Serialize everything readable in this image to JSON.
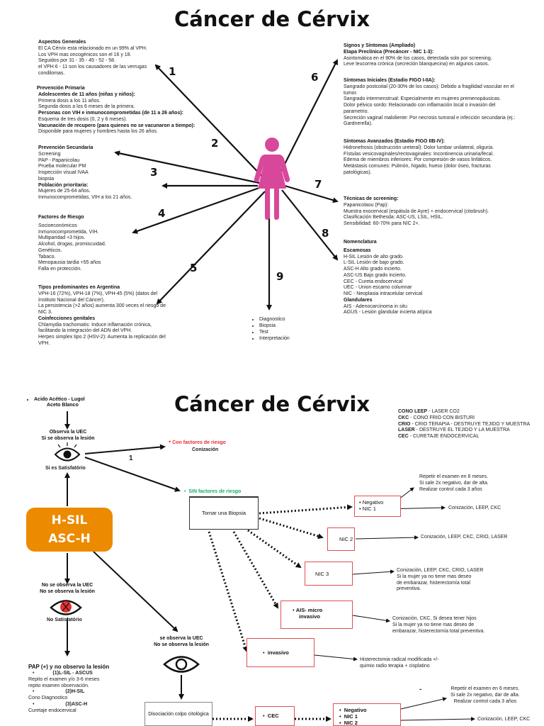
{
  "page1": {
    "title": "Cáncer de Cérvix",
    "numbers": [
      "1",
      "2",
      "3",
      "4",
      "5",
      "6",
      "7",
      "8",
      "9"
    ],
    "aspectos": {
      "heading": "Aspectos Generales",
      "lines": [
        "El CA Cérvix esta relacionado en un 99% al VPH.",
        "Los VPH mas oncogénicos son  el 16 y 18.",
        "Seguidos por 31 - 35 - 45 - 52 - 58.",
        "el VPH 6 - 11 son los causadores de las verrugas",
        "  condilomas."
      ]
    },
    "prev_primaria": {
      "heading": "Prevención  Primaria",
      "items": [
        {
          "h": "Adolescentes de 11 años (niñas y niños):",
          "lines": [
            "Primera dosis a los 11 años.",
            "Segunda dosis a los 6 meses de la primera."
          ]
        },
        {
          "h": "Personas con VIH e inmunocomprometidas (de 11 a 26 años):",
          "lines": [
            "Esquema de tres dosis (0, 2 y 6 meses)."
          ]
        },
        {
          "h": "Vacunación de recupero (para quienes no se vacunaron a tiempo):",
          "lines": [
            "Disponible para mujeres y hombres hasta los 26 años."
          ]
        }
      ]
    },
    "prev_secundaria": {
      "heading": "Prevención  Secundaria",
      "lines": [
        "Screening",
        "PAP - Papanicolau",
        "Prueba molecular PM",
        "Inspección visual IVAA",
        "biopsia"
      ],
      "sub_heading": "Población prioritaria:",
      "sub_lines": [
        "Mujeres de 25-64 años.",
        "Inmunocomprometidas, VIH a los 21 años."
      ]
    },
    "factores": {
      "heading": "Factores de Riesgo",
      "lines": [
        "Socioeconómicos",
        "Inmunocomprometida, VIH.",
        "Multiparidad +3 hijos.",
        "Alcohol, drogas, promiscuidad.",
        "Genéticos.",
        "Tabaco.",
        "Menopausia tardia +55 años",
        "Falla en protección."
      ]
    },
    "tipos": {
      "heading": "Tipos predominantes en Argentina",
      "lines": [
        "VPH-16 (72%), VPH-18 (7%), VPH-45 (5%) (datos del",
        "Instituto Nacional del Cáncer).",
        "La persistencia (>2 años) aumenta 300 veces el riesgo de",
        "NIC 3."
      ],
      "sub_heading": "Coinfecciones genitales",
      "sub_lines": [
        "Chlamydia trachomatis: Induce inflamación crónica,",
        "facilitando la integración del ADN del VPH.",
        "Herpes simplex tipo 2 (HSV-2): Aumenta la replicación del",
        "VPH."
      ]
    },
    "signos": {
      "heading": "Signos y Síntomas (Ampliado)",
      "sub_heading": "Etapa Preclínica (Precáncer - NIC 1-3):",
      "lines": [
        "Asintomática en el 90% de los casos, detectada solo por screening.",
        "Leve leucorrea crónica (secreción blanquecina) en algunos casos."
      ]
    },
    "iniciales": {
      "heading": "Síntomas Iniciales (Estadio FIGO I-IIA):",
      "lines": [
        "Sangrado postcoital (20-30% de los casos): Debido a fragilidad vascular en el",
        "tumor.",
        "Sangrado intermenstrual: Especialmente en mujeres premenopáusicas.",
        "Dolor pélvico sordo: Relacionado con inflamación local o invasión del",
        "parametrio.",
        "Secreción vaginal maloliente: Por necrosis tumoral e infección secundaria (ej.:",
        "Gardnerella)."
      ]
    },
    "avanzados": {
      "heading": "Síntomas Avanzados (Estadio FIGO IIB-IV):",
      "lines": [
        "Hidronefrosis (obstrucción ureteral): Dolor lumbar unilateral, oliguria.",
        "Fístulas vesicovaginales/rectovaginales: Incontinencia urinaria/fecal.",
        "Edema de miembros inferiores: Por compresión de vasos linfáticos.",
        "Metástasis comunes: Pulmón, hígado, hueso (dolor óseo, fracturas",
        "patológicas)."
      ]
    },
    "tecnicas": {
      "heading": "Técnicas de screening:",
      "lines": [
        "Papanicolaou (Pap):",
        "Muestra exocervical (espátula de Ayre) + endocervical (citobrush).",
        "Clasificación Bethesda: ASC-US, LSIL, HSIL.",
        "Sensibilidad: 60-70% para NIC 2+."
      ]
    },
    "nomenclatura": {
      "heading": "Nomenclatura",
      "escamosas": "Escamosas",
      "esc_lines": [
        "H-SIL  Lesión de alto grado.",
        "L-SIL   Lesión de bajo grado.",
        "ASC-H  Alto grado incierto.",
        "ASC-US Bajo grado incierto.",
        "CEC - Cureta endocervical",
        "UEC - Union escamo columnar",
        "NIC - Neoplasia intracelular cervical"
      ],
      "glandulares": "Glandulares",
      "gla_lines": [
        "AIS - Adenocarcinoma in situ",
        "AGUS - Lesión  glandular incierta atípica"
      ]
    },
    "bullets9": [
      "Diagnostico",
      "Biopsia",
      "Test",
      "Interpretación"
    ]
  },
  "page2": {
    "title": "Cáncer de Cérvix",
    "acido": [
      "Acido Acético - Lugol",
      "Aceto Blanco"
    ],
    "observa": [
      "Observa la UEC",
      "Si se observa la lesión"
    ],
    "satisf": "Si es Satisfatório",
    "con_factores": "Con factores de riesgo",
    "conizacion": "Conización",
    "num1": "1",
    "sin_factores": "SIN factores de riesgo",
    "biopsia": "Tomar una Biopsia",
    "hsil": [
      "H-SIL",
      "ASC-H"
    ],
    "legend": [
      {
        "k": "CONO LEEP",
        "v": "  - LASER CO2"
      },
      {
        "k": "CKC",
        "v": " - CONO FRIO CON BISTURI"
      },
      {
        "k": "CRIO",
        "v": " - CRIO TERAPIA - DESTRUYE TEJIDO Y MUESTRA"
      },
      {
        "k": "LASER",
        "v": " - DESTRUYE EL TEJIDO Y LA MUESTRA"
      },
      {
        "k": "CEC",
        "v": " - CURETAJE ENDOCERVICAL"
      }
    ],
    "repetir1": [
      "Repetir el examen en 6 meses.",
      "Si sale 2x negativo, dar de alta.",
      "Realizar control cada 3 años"
    ],
    "box_neg": [
      "Negativo",
      "NIC 1"
    ],
    "neg_res": "Conización, LEEP, CKC",
    "box_nic2": "NIC 2",
    "nic2_res": "Conización, LEEP, CKC, CRIO, LASER",
    "box_nic3": "NIC 3",
    "nic3_res": [
      "Conización, LEEP, CKC, CRIO, LASER",
      "Si la mujer ya no tiene mas deseo",
      "de embarazar, histerectomía total",
      "preventiva."
    ],
    "box_ais": [
      "AIS- micro",
      "invasivo"
    ],
    "ais_res": [
      "Conización, CKC, Si desea tener hijos",
      "Si la mujer ya no tiene mas deseo de",
      "embarazar, histerectomía total preventiva."
    ],
    "box_inv": "invasivo",
    "inv_res": [
      "Histerectomia radical modificada +/-",
      "quimio radio terapia + cisplatino"
    ],
    "no_observa": [
      "No se observa la UEC",
      "No se observa la lesión"
    ],
    "no_satisf": "No Satisfatório",
    "se_observa": [
      "se observa la UEC",
      "No se observa la lesión"
    ],
    "pap_heading": "PAP (+) y  no observo la lesión",
    "pap_items": [
      {
        "h": "(1)L-SIL - ASCUS",
        "lines": [
          "Repito el examen y/o 3-6 meses",
          "repito examen observación."
        ]
      },
      {
        "h": "(2)H-SIL",
        "lines": [
          "Cono Diagnostico"
        ]
      },
      {
        "h": "(3)ASC-H",
        "lines": [
          "Curetaje endocervical"
        ]
      }
    ],
    "disociacion": "Disociación colpo citológica",
    "cec": "CEC",
    "box_neg2": [
      "Negativo",
      "NIC 1",
      "NIC 2"
    ],
    "repetir2": [
      "Repetir el examen en 6 meses.",
      "Si sale 2x negativo, dar de alta.",
      "Realizar control cada 3 años"
    ],
    "neg2_res": "Conización, LEEP, CKC",
    "dash": "-"
  },
  "colors": {
    "pink": "#d9479a",
    "orange": "#ec8a00",
    "red": "#e53030",
    "green": "#18b060",
    "box_border": "#e05050"
  }
}
